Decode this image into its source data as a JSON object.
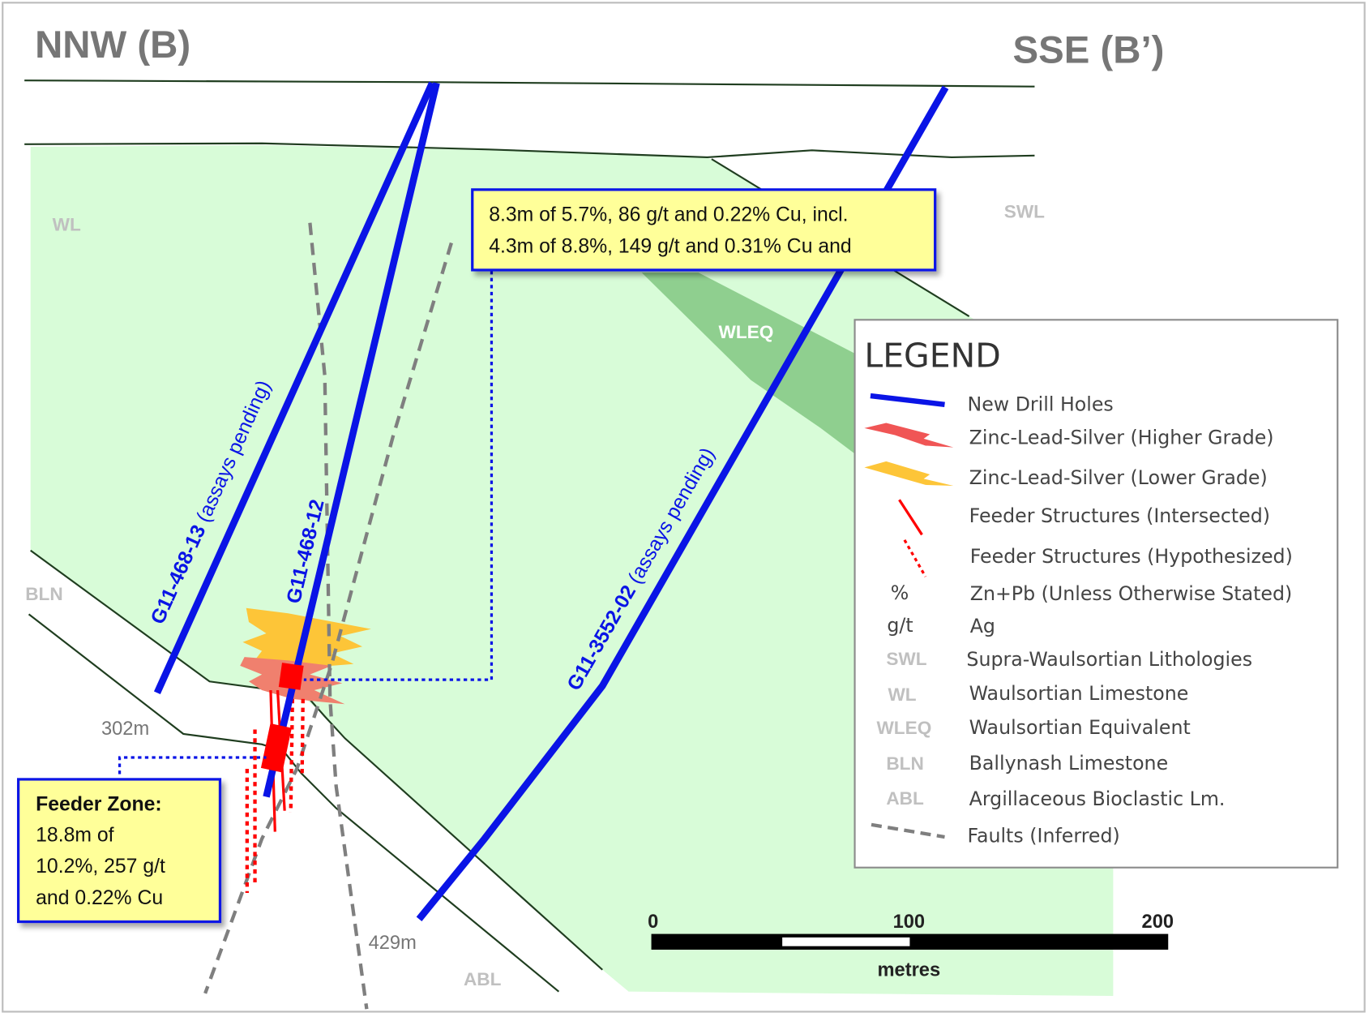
{
  "section": {
    "left_title": "NNW (B)",
    "right_title": "SSE (B’)"
  },
  "lithology_labels": {
    "wl": "WL",
    "swl": "SWL",
    "wleq": "WLEQ",
    "bln": "BLN",
    "abl": "ABL"
  },
  "depths": {
    "hole_12": "302m",
    "hole_3552": "429m"
  },
  "drill_holes": [
    {
      "id": "G11-468-13",
      "note": " (assays pending)"
    },
    {
      "id": "G11-468-12",
      "note": ""
    },
    {
      "id": "G11-3552-02",
      "note": " (assays pending)"
    }
  ],
  "callouts": {
    "upper": {
      "line1": "8.3m of 5.7%, 86 g/t and 0.22% Cu, incl.",
      "line2": "4.3m of 8.8%, 149 g/t and 0.31% Cu and"
    },
    "feeder": {
      "title": "Feeder Zone:",
      "line1": "18.8m of",
      "line2": "10.2%, 257 g/t",
      "line3": "and 0.22% Cu"
    }
  },
  "legend": {
    "title": "LEGEND",
    "items": [
      {
        "symbol": "",
        "label": "New Drill Holes"
      },
      {
        "symbol": "",
        "label": "Zinc-Lead-Silver (Higher Grade)"
      },
      {
        "symbol": "",
        "label": "Zinc-Lead-Silver (Lower Grade)"
      },
      {
        "symbol": "",
        "label": "Feeder Structures (Intersected)"
      },
      {
        "symbol": "",
        "label": "Feeder Structures (Hypothesized)"
      },
      {
        "symbol": "%",
        "label": "Zn+Pb (Unless Otherwise Stated)"
      },
      {
        "symbol": "g/t",
        "label": "Ag"
      },
      {
        "symbol": "SWL",
        "label": "Supra-Waulsortian Lithologies"
      },
      {
        "symbol": "WL",
        "label": "Waulsortian Limestone"
      },
      {
        "symbol": "WLEQ",
        "label": "Waulsortian Equivalent"
      },
      {
        "symbol": "BLN",
        "label": "Ballynash Limestone"
      },
      {
        "symbol": "ABL",
        "label": "Argillaceous Bioclastic Lm."
      },
      {
        "symbol": "",
        "label": "Faults (Inferred)"
      }
    ]
  },
  "scale_bar": {
    "ticks": [
      "0",
      "100",
      "200"
    ],
    "unit": "metres"
  },
  "colors": {
    "drill_hole": "#0a14e6",
    "wl_fill": "#d8fcd8",
    "wleq_fill": "#8fcf8f",
    "higher_grade": "#f0806e",
    "lower_grade": "#fdc538",
    "feeder": "#ff0000",
    "fault": "#7f7f7f",
    "callout_fill": "#ffff99"
  }
}
